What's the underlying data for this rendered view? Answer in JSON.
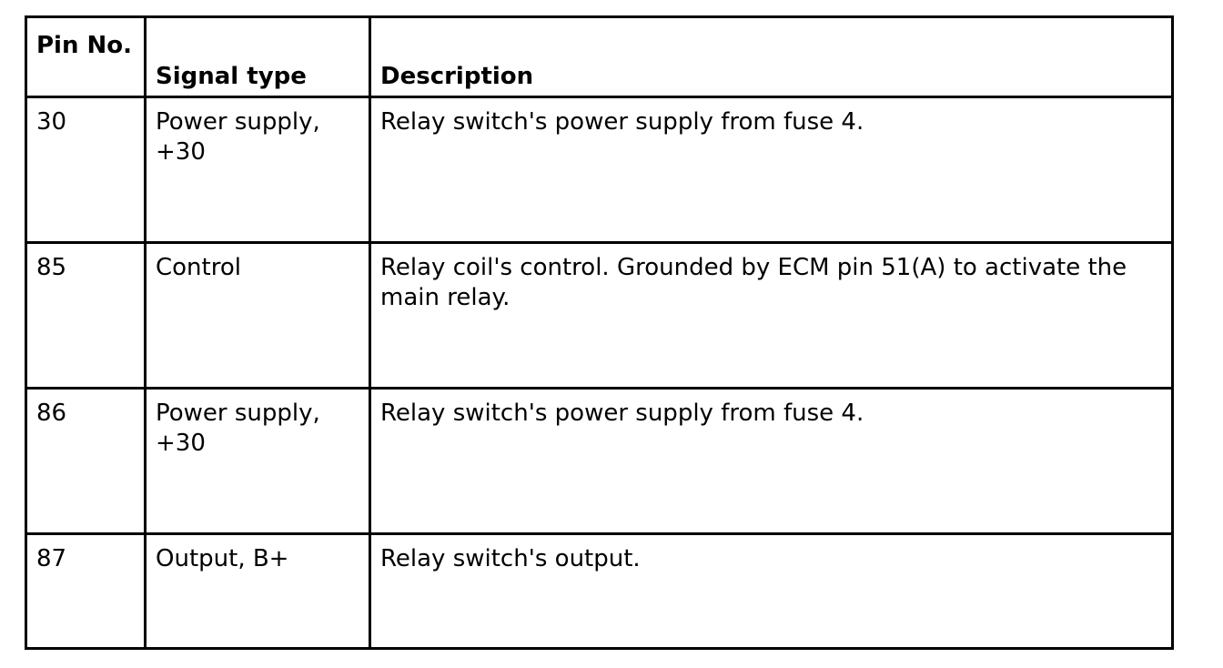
{
  "table": {
    "headers": {
      "pin": "Pin No.",
      "signal": "Signal type",
      "description": "Description"
    },
    "rows": [
      {
        "pin": "30",
        "signal_line1": "Power supply,",
        "signal_line2": "+30",
        "description": "Relay switch's power supply from fuse 4."
      },
      {
        "pin": "85",
        "signal_line1": "Control",
        "signal_line2": "",
        "description": "Relay coil's control. Grounded by ECM pin 51(A) to activate the main relay."
      },
      {
        "pin": "86",
        "signal_line1": "Power supply,",
        "signal_line2": "+30",
        "description": "Relay switch's power supply from fuse 4."
      },
      {
        "pin": "87",
        "signal_line1": "Output, B+",
        "signal_line2": "",
        "description": "Relay switch's output."
      }
    ]
  }
}
